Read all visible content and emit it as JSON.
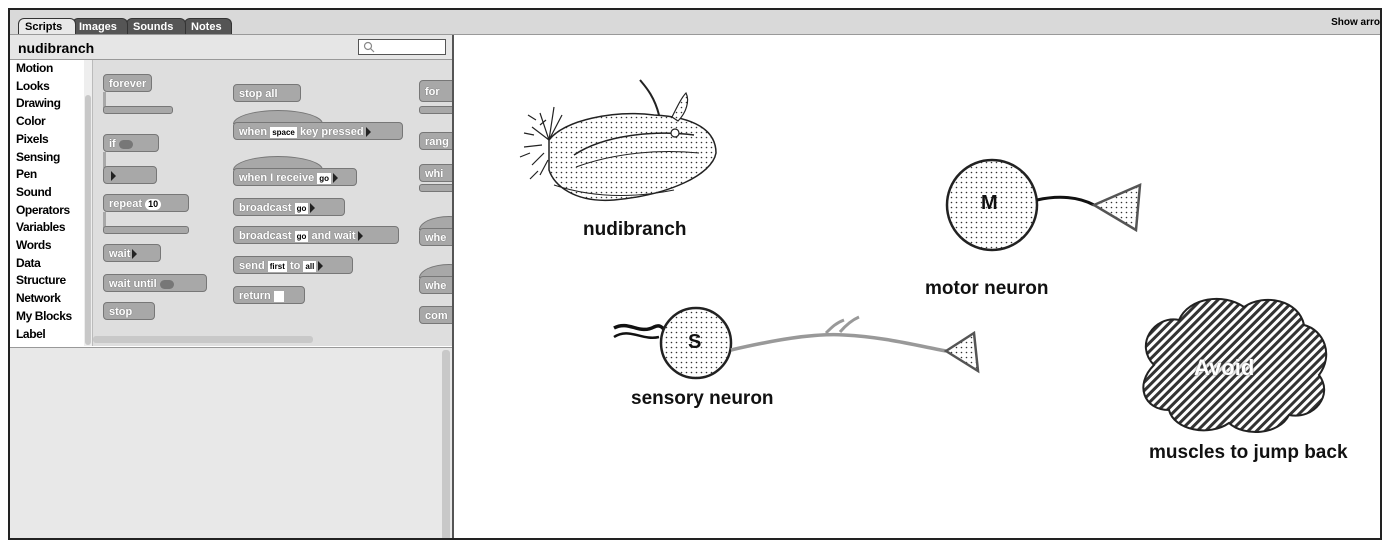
{
  "tabs": [
    {
      "label": "Scripts",
      "active": true
    },
    {
      "label": "Images",
      "active": false
    },
    {
      "label": "Sounds",
      "active": false
    },
    {
      "label": "Notes",
      "active": false
    }
  ],
  "show_arrows": "Show arro",
  "sprite": {
    "name": "nudibranch"
  },
  "search": {
    "placeholder": ""
  },
  "categories": [
    "Motion",
    "Looks",
    "Drawing",
    "Color",
    "Pixels",
    "Sensing",
    "Pen",
    "Sound",
    "Operators",
    "Variables",
    "Words",
    "Data",
    "Structure",
    "Network",
    "My Blocks",
    "Label"
  ],
  "blocks": {
    "forever": "forever",
    "if": "if",
    "repeat": "repeat",
    "repeat_count": "10",
    "wait": "wait",
    "wait_until": "wait until",
    "stop": "stop",
    "stop_all": "stop all",
    "when": "when",
    "key_option": "space",
    "key_pressed": "key pressed",
    "when_i_receive": "when I receive",
    "go": "go",
    "broadcast": "broadcast",
    "broadcast_and_wait_pre": "broadcast",
    "broadcast_and_wait_post": "and wait",
    "send": "send",
    "first": "first",
    "to": "to",
    "all": "all",
    "return": "return",
    "cut_for": "for",
    "cut_rang": "rang",
    "cut_whi": "whi",
    "cut_whe1": "whe",
    "cut_whe2": "whe",
    "cut_com": "com"
  },
  "stage": {
    "nudibranch_label": "nudibranch",
    "motor_label": "motor neuron",
    "motor_letter": "M",
    "sensory_label": "sensory neuron",
    "sensory_letter": "S",
    "cloud_text": "Avoid",
    "muscles_label": "muscles to jump back"
  }
}
